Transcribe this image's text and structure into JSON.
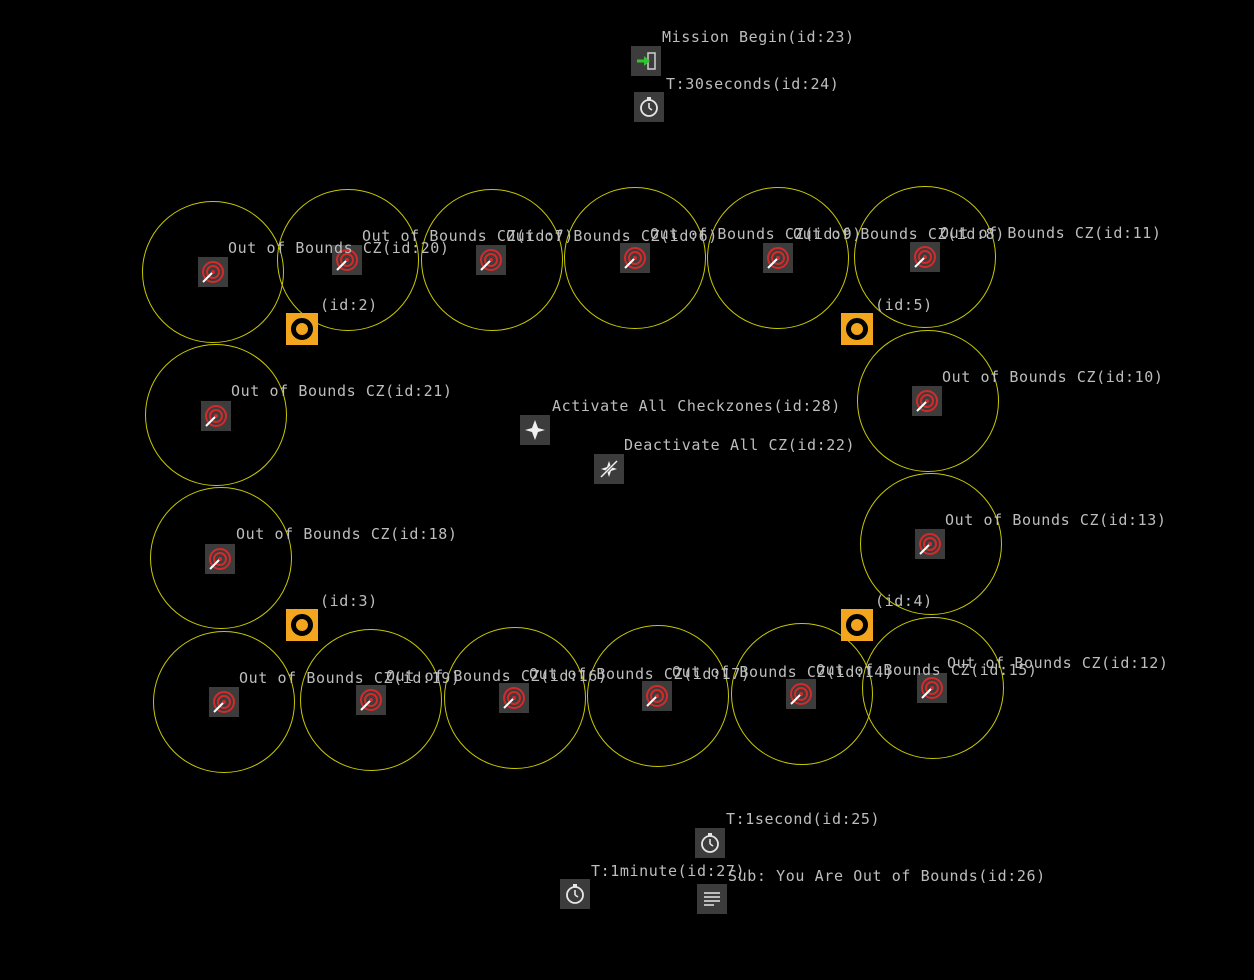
{
  "mission": {
    "begin": "Mission Begin(id:23)",
    "timer_top": "T:30seconds(id:24)",
    "activate_all": "Activate All Checkzones(id:28)",
    "deactivate_all": "Deactivate All CZ(id:22)",
    "timer_second": "T:1second(id:25)",
    "timer_minute": "T:1minute(id:27)",
    "subtitle": "Sub: You Are Out of Bounds(id:26)"
  },
  "spawns": {
    "a": "(id:2)",
    "b": "(id:5)",
    "c": "(id:3)",
    "d": "(id:4)"
  },
  "zones": {
    "z0": "Out of Bounds CZ(id:20)",
    "z1": "Out of Bounds CZ(id:7)",
    "z2": "Out of Bounds CZ(id:6)",
    "z3": "Out of Bounds CZ(id:9)",
    "z4": "Out of Bounds CZ(id:8)",
    "z5": "Out of Bounds CZ(id:11)",
    "z6": "Out of Bounds CZ(id:21)",
    "z7": "Out of Bounds CZ(id:10)",
    "z8": "Out of Bounds CZ(id:18)",
    "z9": "Out of Bounds CZ(id:13)",
    "z10": "Out of Bounds CZ(id:19)",
    "z11": "Out of Bounds CZ(id:16)",
    "z12": "Out of Bounds CZ(id:17)",
    "z13": "Out of Bounds CZ(id:14)",
    "z14": "Out of Bounds CZ(id:15)",
    "z15": "Out of Bounds CZ(id:12)"
  },
  "icons": {
    "mission_start": "enter-icon",
    "timer": "stopwatch-icon",
    "checkzone": "target-icon",
    "activate": "activate-icon",
    "deactivate": "deactivate-icon",
    "subtitle": "text-lines-icon",
    "spawn": "spawn-point-icon"
  },
  "colors": {
    "background": "#000000",
    "zone_ring": "#c8c800",
    "label": "#bdbdbd",
    "node_bg": "#3c3c3c",
    "spawn": "#f2a51d",
    "checkzone_red": "#d42a2a",
    "mission_green": "#2ec82e"
  }
}
